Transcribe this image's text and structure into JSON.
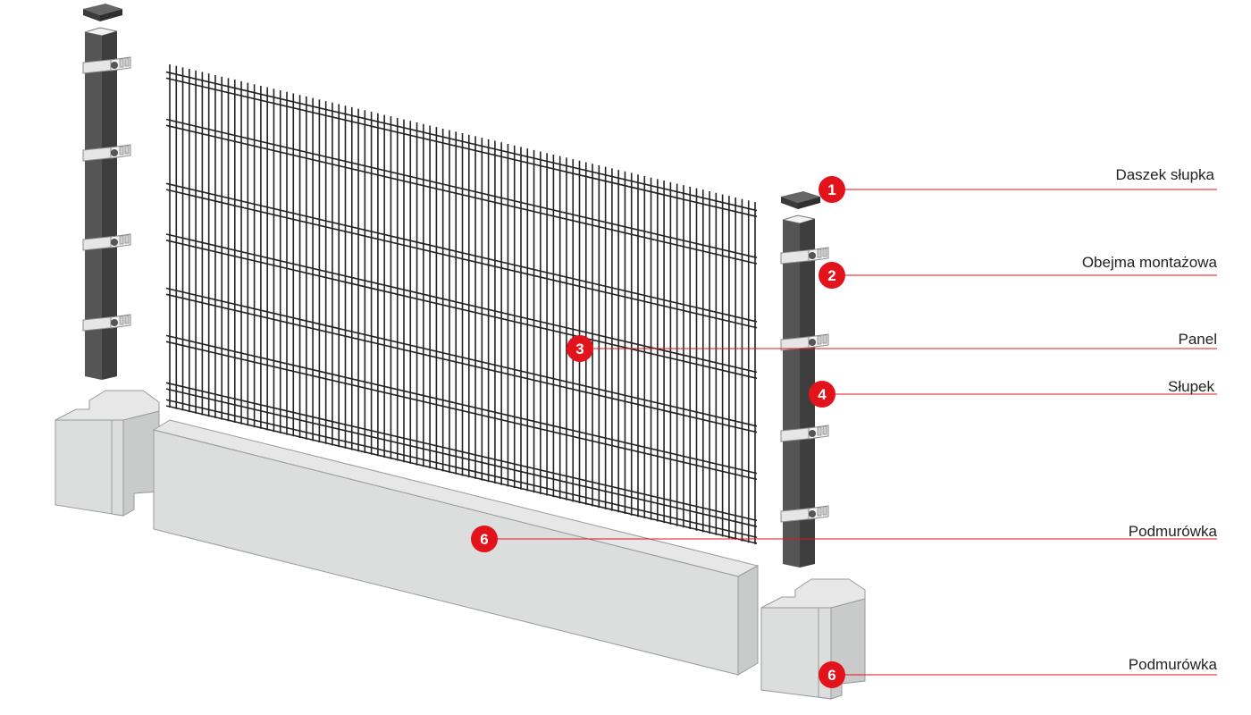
{
  "colors": {
    "accent": "#e3131b",
    "post": "#555555",
    "post_dark": "#3e3e3e",
    "concrete": "#dcdedd",
    "concrete_dark": "#c9cbca",
    "mesh": "#222222",
    "bracket": "#e6e6e6"
  },
  "callouts": [
    {
      "number": "1",
      "label": "Daszek słupka"
    },
    {
      "number": "2",
      "label": "Obejma montażowa"
    },
    {
      "number": "3",
      "label": "Panel"
    },
    {
      "number": "4",
      "label": "Słupek"
    },
    {
      "number": "6",
      "label": "Podmurówka"
    },
    {
      "number": "6",
      "label": "Podmurówka"
    }
  ]
}
